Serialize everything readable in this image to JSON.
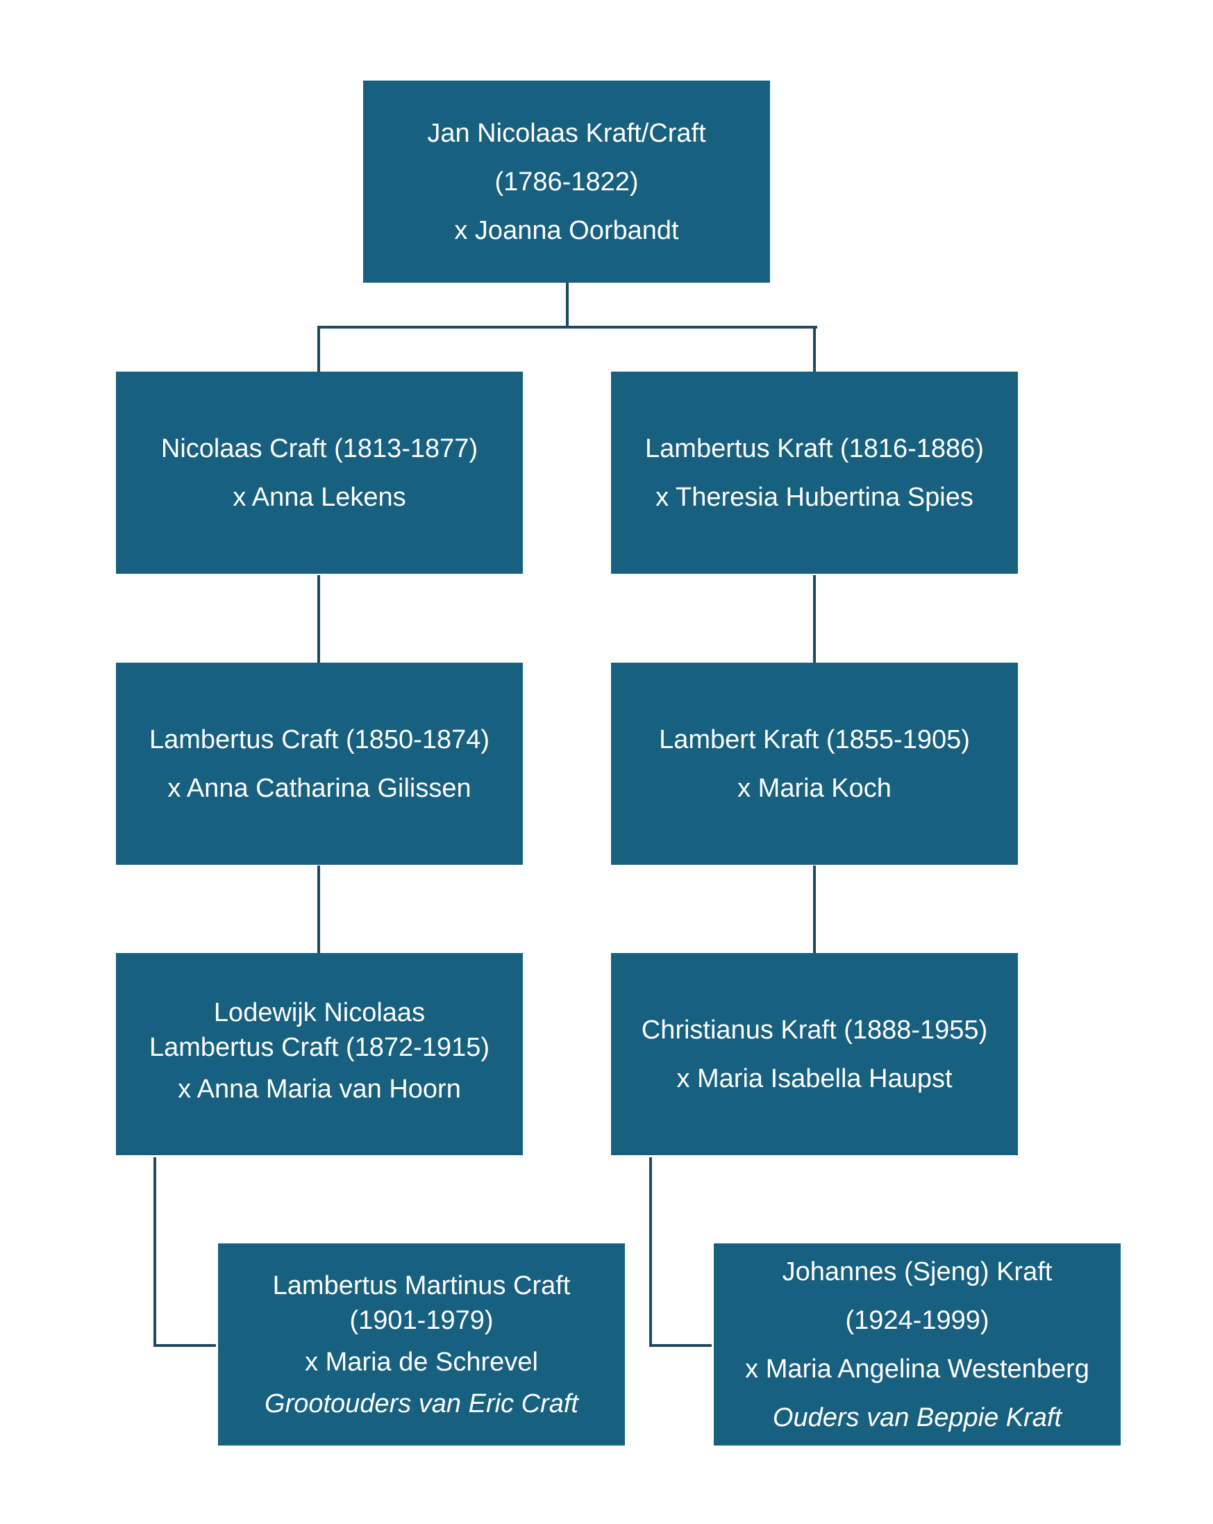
{
  "colors": {
    "box": "#17607f",
    "line": "#1e4a5f",
    "text": "#ffffff"
  },
  "tree": {
    "root": {
      "name": "Jan Nicolaas Kraft/Craft",
      "years": "(1786-1822)",
      "spouse": "x Joanna Oorbandt"
    },
    "left": [
      {
        "name": "Nicolaas Craft (1813-1877)",
        "spouse": "x Anna Lekens"
      },
      {
        "name": "Lambertus Craft (1850-1874)",
        "spouse": "x Anna Catharina Gilissen"
      },
      {
        "name_line1": "Lodewijk Nicolaas",
        "name_line2": "Lambertus Craft (1872-1915)",
        "spouse": "x Anna Maria van Hoorn"
      },
      {
        "name": "Lambertus Martinus Craft",
        "years": "(1901-1979)",
        "spouse": "x Maria de Schrevel",
        "note": "Grootouders van Eric Craft"
      }
    ],
    "right": [
      {
        "name": "Lambertus Kraft (1816-1886)",
        "spouse": "x Theresia Hubertina Spies"
      },
      {
        "name": "Lambert Kraft (1855-1905)",
        "spouse": "x Maria Koch"
      },
      {
        "name": "Christianus Kraft (1888-1955)",
        "spouse": "x Maria Isabella Haupst"
      },
      {
        "name": "Johannes (Sjeng) Kraft",
        "years": "(1924-1999)",
        "spouse": "x Maria Angelina Westenberg",
        "note": "Ouders van Beppie Kraft"
      }
    ]
  }
}
